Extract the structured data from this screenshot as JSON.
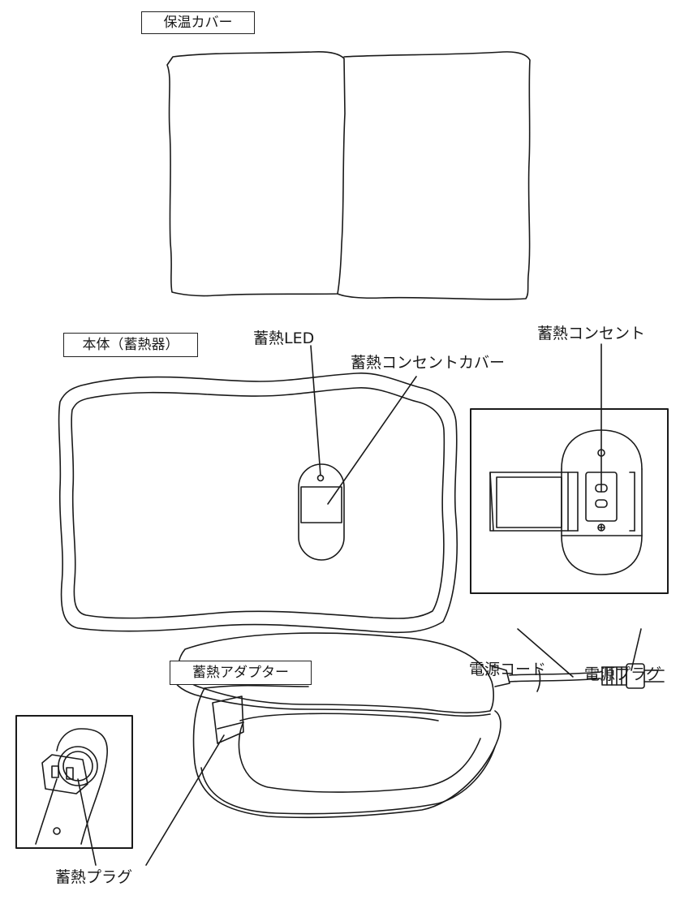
{
  "labels": {
    "cover": "保温カバー",
    "body": "本体（蓄熱器）",
    "adapter": "蓄熱アダプター"
  },
  "callouts": {
    "led": "蓄熱LED",
    "outlet_cover": "蓄熱コンセントカバー",
    "outlet": "蓄熱コンセント",
    "power_cord": "電源コード",
    "power_plug": "電源プラグ",
    "heat_plug": "蓄熱プラグ"
  }
}
